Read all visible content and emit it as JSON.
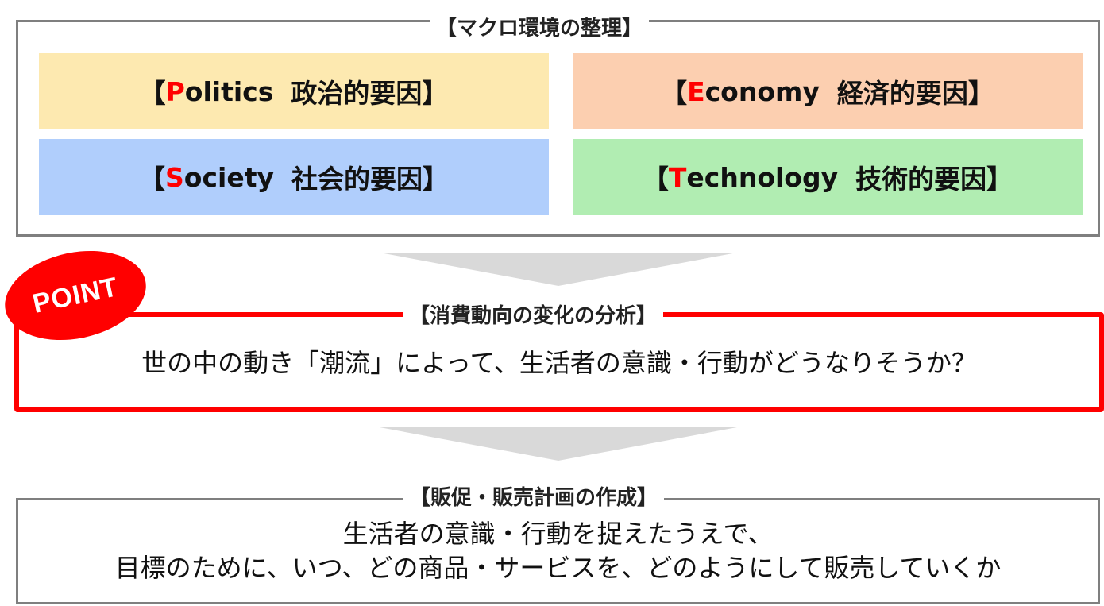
{
  "macro": {
    "title": "【マクロ環境の整理】",
    "politics": {
      "open": "【",
      "initial": "P",
      "rest": "olitics",
      "label": "政治的要因",
      "close": "】"
    },
    "economy": {
      "open": "【",
      "initial": "E",
      "rest": "conomy",
      "label": "経済的要因",
      "close": "】"
    },
    "society": {
      "open": "【",
      "initial": "S",
      "rest": "ociety",
      "label": "社会的要因",
      "close": "】"
    },
    "technology": {
      "open": "【",
      "initial": "T",
      "rest": "echnology",
      "label": "技術的要因",
      "close": "】"
    }
  },
  "analysis": {
    "badge": "POINT",
    "title": "【消費動向の変化の分析】",
    "body": "世の中の動き「潮流」によって、生活者の意識・行動がどうなりそうか？"
  },
  "plan": {
    "title": "【販促・販売計画の作成】",
    "line1": "生活者の意識・行動を捉えたうえで、",
    "line2": "目標のために、いつ、どの商品・サービスを、どのようにして販売していくか"
  },
  "colors": {
    "politics_bg": "#fde9b0",
    "economy_bg": "#fccfb0",
    "society_bg": "#b0cefc",
    "technology_bg": "#b1edb2",
    "accent": "#ff0000",
    "frame_border": "#7f7f7f",
    "arrow": "#d9d9d9"
  }
}
